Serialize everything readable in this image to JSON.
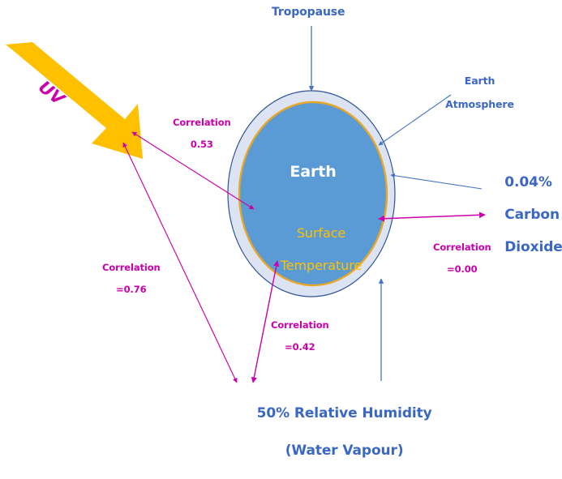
{
  "diagram": {
    "title_text": "Earth energy balance correlation diagram",
    "background_color": "#FFFFFF",
    "accent_blue": "#3B67C4",
    "accent_magenta": "#CC00AA",
    "earth_fill": "#5B9BD5",
    "atmosphere_fill": "#DCE3F2",
    "atmosphere_stroke": "#2E5395",
    "earth_stroke": "#E8A727",
    "uv_arrow_color": "#FFC000"
  },
  "labels": {
    "tropopause": "Tropopause",
    "earth_atmosphere_line1": "Earth",
    "earth_atmosphere_line2": "Atmosphere",
    "carbon_dioxide_line1": "0.04%",
    "carbon_dioxide_line2": "Carbon",
    "carbon_dioxide_line3": "Dioxide",
    "earth": "Earth",
    "surface_temperature_line1": "Surface",
    "surface_temperature_line2": "Temperature",
    "uv": "UV",
    "humidity_line1": "50% Relative Humidity",
    "humidity_line2": "(Water Vapour)"
  },
  "correlations": [
    {
      "id": "uv-to-surface-temperature",
      "line1": "Correlation",
      "line2": "0.53",
      "value": 0.53,
      "from": "UV",
      "to": "Surface Temperature"
    },
    {
      "id": "uv-to-humidity",
      "line1": "Correlation",
      "line2": "=0.76",
      "value": 0.76,
      "from": "UV",
      "to": "50% Relative Humidity"
    },
    {
      "id": "surface-temperature-to-humidity",
      "line1": "Correlation",
      "line2": "=0.42",
      "value": 0.42,
      "from": "Surface Temperature",
      "to": "50% Relative Humidity"
    },
    {
      "id": "carbon-dioxide-to-surface-temperature",
      "line1": "Correlation",
      "line2": "=0.00",
      "value": 0.0,
      "from": "0.04% Carbon Dioxide",
      "to": "Surface Temperature"
    }
  ],
  "icons": {
    "uv_arrow": "thick-arrow-icon",
    "pointer_arrows": "arrow-head-icon"
  }
}
